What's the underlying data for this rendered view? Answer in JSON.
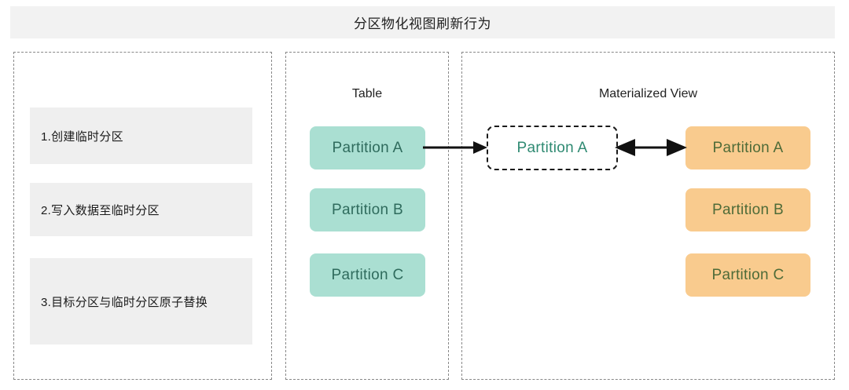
{
  "header": {
    "title": "分区物化视图刷新行为"
  },
  "panels": {
    "steps": {
      "name": "refresh-steps",
      "items": [
        {
          "label": "1.创建临时分区"
        },
        {
          "label": "2.写入数据至临时分区"
        },
        {
          "label": "3.目标分区与临时分区原子替换"
        }
      ]
    },
    "table": {
      "title": "Table",
      "partitions": [
        {
          "label": "Partition A"
        },
        {
          "label": "Partition B"
        },
        {
          "label": "Partition C"
        }
      ]
    },
    "materialized_view": {
      "title": "Materialized View",
      "temp_partition": {
        "label": "Partition A"
      },
      "partitions": [
        {
          "label": "Partition A"
        },
        {
          "label": "Partition B"
        },
        {
          "label": "Partition C"
        }
      ]
    }
  },
  "arrows": [
    {
      "name": "table-to-temp",
      "direction": "right"
    },
    {
      "name": "temp-to-mv",
      "direction": "both"
    }
  ],
  "colors": {
    "header_bg": "#f2f2f2",
    "step_bg": "#efefef",
    "panel_border": "#888888",
    "table_chip_bg": "#aadfd2",
    "table_chip_text": "#2f6b5d",
    "mv_chip_bg": "#f9cb8e",
    "mv_chip_text": "#4e6b38",
    "temp_chip_text": "#2f8a72",
    "arrow": "#111111"
  }
}
